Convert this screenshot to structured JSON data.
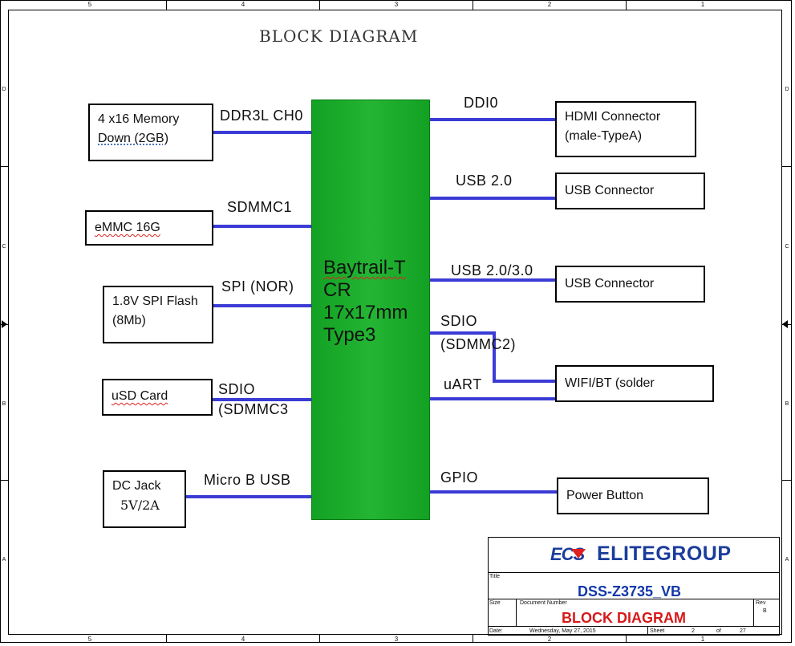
{
  "sheet": {
    "zone_numbers": [
      "5",
      "4",
      "3",
      "2",
      "1"
    ],
    "zone_letters": [
      "D",
      "C",
      "B",
      "A"
    ]
  },
  "diagram": {
    "title": "BLOCK DIAGRAM",
    "soc": {
      "line1": "Baytrail-T",
      "line2": "CR",
      "line3": "17x17mm",
      "line4": "Type3"
    },
    "left_blocks": [
      {
        "line1": "4 x16 Memory",
        "line2": "Down (2GB)",
        "bus": "DDR3L CH0"
      },
      {
        "line1": "eMMC 16G",
        "line2": "",
        "bus": "SDMMC1"
      },
      {
        "line1": "1.8V SPI Flash",
        "line2": "(8Mb)",
        "bus": "SPI (NOR)"
      },
      {
        "line1": "uSD Card",
        "line2": "",
        "bus": "SDIO",
        "bus2": "(SDMMC3"
      },
      {
        "line1": "DC Jack",
        "line2": "5V/2A",
        "bus": "Micro B USB"
      }
    ],
    "right_blocks": [
      {
        "line1": "HDMI Connector",
        "line2": "(male-TypeA)",
        "bus": "DDI0"
      },
      {
        "line1": "USB Connector",
        "bus": "USB 2.0"
      },
      {
        "line1": "USB Connector",
        "bus": "USB 2.0/3.0"
      },
      {
        "line1": "WIFI/BT (solder",
        "bus": "SDIO",
        "bus2": "(SDMMC2)",
        "bus3": "uART"
      },
      {
        "line1": "Power Button",
        "bus": "GPIO"
      }
    ],
    "colors": {
      "soc": "#1aab2b",
      "bus": "#3b3bd6"
    }
  },
  "title_block": {
    "logo_mark": "ECS",
    "company": "ELITEGROUP",
    "title_label": "Title",
    "title_value": "DSS-Z3735_VB",
    "size_label": "Size",
    "doc_number_label": "Document Number",
    "doc_number_value": "BLOCK DIAGRAM",
    "rev_label": "Rev",
    "rev_value": "B",
    "date_label": "Date:",
    "date_value": "Wednesday, May 27, 2015",
    "sheet_label": "Sheet",
    "sheet_num": "2",
    "of_label": "of",
    "sheet_total": "27"
  }
}
